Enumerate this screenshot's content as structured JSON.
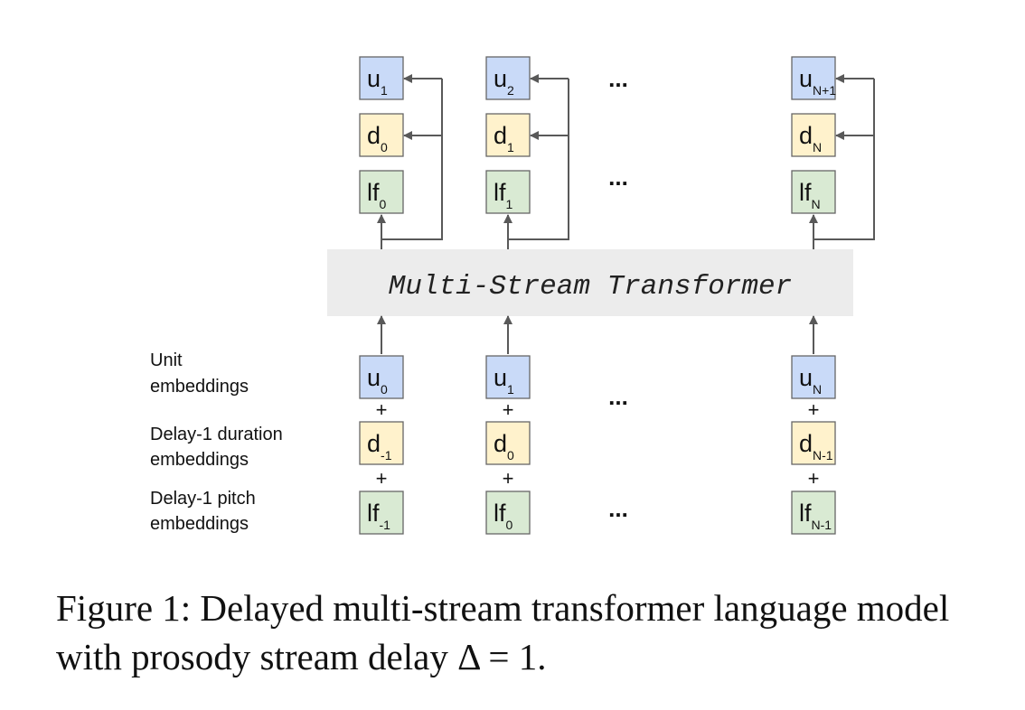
{
  "colors": {
    "unit_fill": "#c9daf8",
    "duration_fill": "#fff2cc",
    "pitch_fill": "#d9ead3",
    "box_stroke": "#666666",
    "arrow": "#595959",
    "transformer_fill": "#ececec",
    "text": "#111111"
  },
  "transformer": {
    "label": "Multi-Stream Transformer"
  },
  "row_labels": {
    "unit": [
      "Unit",
      "embeddings"
    ],
    "duration": [
      "Delay-1 duration",
      "embeddings"
    ],
    "pitch": [
      "Delay-1 pitch",
      "embeddings"
    ]
  },
  "plus": "+",
  "ellipsis": "...",
  "outputs": [
    {
      "unit": {
        "base": "u",
        "sub": "1"
      },
      "duration": {
        "base": "d",
        "sub": "0"
      },
      "pitch": {
        "base": "lf",
        "sub": "0"
      }
    },
    {
      "unit": {
        "base": "u",
        "sub": "2"
      },
      "duration": {
        "base": "d",
        "sub": "1"
      },
      "pitch": {
        "base": "lf",
        "sub": "1"
      }
    },
    {
      "unit": {
        "base": "u",
        "sub": "N+1"
      },
      "duration": {
        "base": "d",
        "sub": "N"
      },
      "pitch": {
        "base": "lf",
        "sub": "N"
      }
    }
  ],
  "inputs": [
    {
      "unit": {
        "base": "u",
        "sub": "0"
      },
      "duration": {
        "base": "d",
        "sub": "-1"
      },
      "pitch": {
        "base": "lf",
        "sub": "-1"
      }
    },
    {
      "unit": {
        "base": "u",
        "sub": "1"
      },
      "duration": {
        "base": "d",
        "sub": "0"
      },
      "pitch": {
        "base": "lf",
        "sub": "0"
      }
    },
    {
      "unit": {
        "base": "u",
        "sub": "N"
      },
      "duration": {
        "base": "d",
        "sub": "N-1"
      },
      "pitch": {
        "base": "lf",
        "sub": "N-1"
      }
    }
  ],
  "caption": "Figure 1: Delayed multi-stream transformer language model with prosody stream delay Δ = 1."
}
